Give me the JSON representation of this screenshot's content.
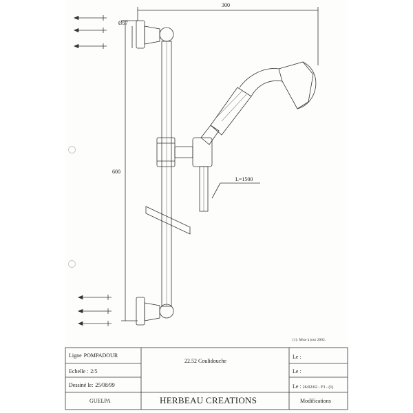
{
  "dimensions": {
    "width_300": "300",
    "diameter_57": "Ø57",
    "height_600": "600",
    "hose_length": "L=1500"
  },
  "note": "(1): Mise à jour 2002.",
  "title_block": {
    "line_label": "Ligne",
    "line_value": "POMPADOUR",
    "scale_label": "Echelle :",
    "scale_value": "2/5",
    "drawn_label": "Dessiné le:",
    "drawn_value": "25/08/99",
    "author": "GUELPA",
    "product": "22.52 Coulidouche",
    "company": "HERBEAU CREATIONS",
    "le_1": "Le :",
    "le_2": "Le :",
    "le_3": "Le :",
    "le_3_value": "26/02/02 - F3 - (1)",
    "modifications": "Modifications"
  }
}
